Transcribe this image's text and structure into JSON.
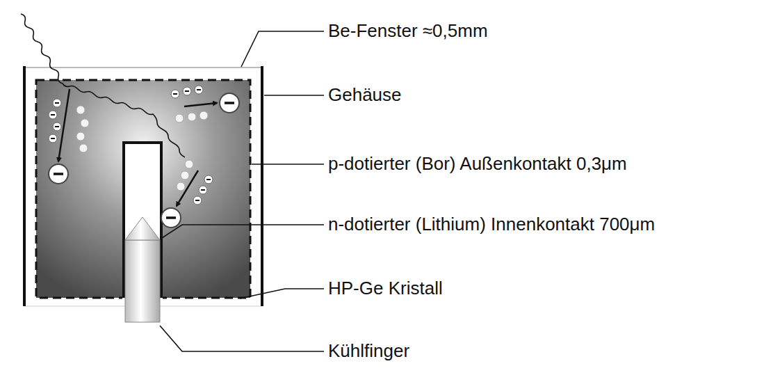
{
  "diagram": {
    "labels": [
      "Be-Fenster ≈0,5mm",
      "Gehäuse",
      "p-dotierter (Bor) Außenkontakt 0,3μm",
      "n-dotierter (Lithium) Innenkontakt 700μm",
      "HP-Ge Kristall",
      "Kühlfinger"
    ]
  }
}
